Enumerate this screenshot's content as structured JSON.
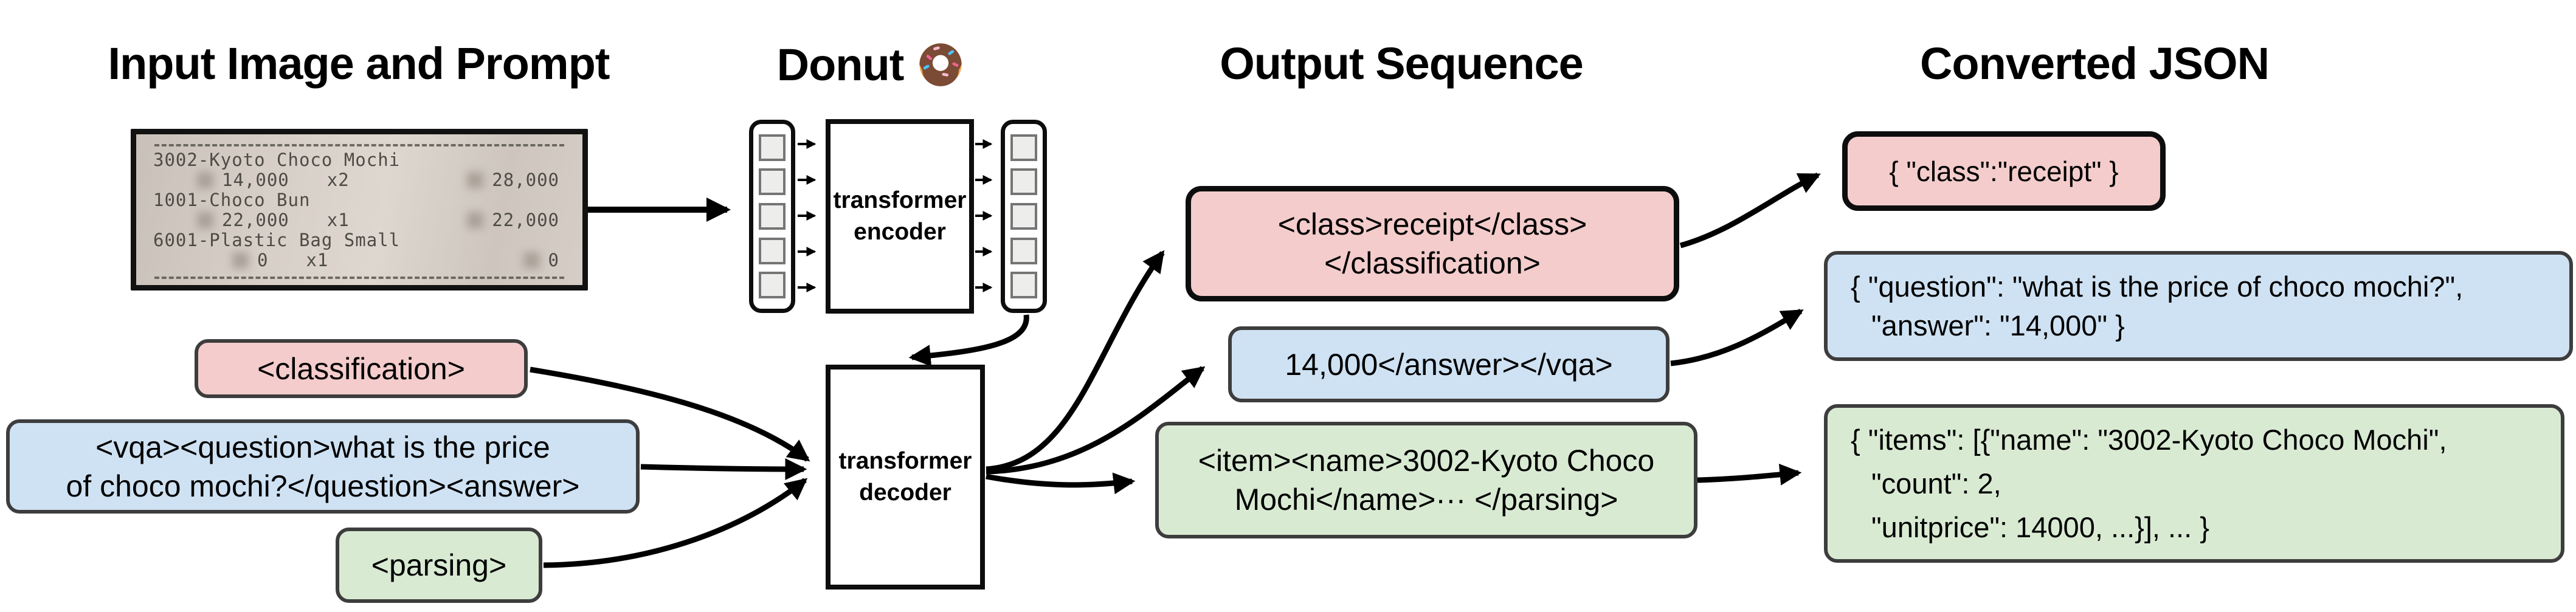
{
  "headers": {
    "input": "Input Image and Prompt",
    "model": "Donut",
    "output": "Output Sequence",
    "json": "Converted JSON"
  },
  "receipt": {
    "rows": [
      {
        "name": "3002-Kyoto Choco Mochi"
      },
      {
        "price": "14,000",
        "qty": "x2",
        "total": "28,000"
      },
      {
        "name": "1001-Choco Bun"
      },
      {
        "price": "22,000",
        "qty": "x1",
        "total": "22,000"
      },
      {
        "name": "6001-Plastic Bag Small"
      },
      {
        "price": "0",
        "qty": "x1",
        "total": "0"
      }
    ]
  },
  "model": {
    "encoder_line1": "transformer",
    "encoder_line2": "encoder",
    "decoder_line1": "transformer",
    "decoder_line2": "decoder"
  },
  "prompts": {
    "classification": "<classification>",
    "vqa_line1": "<vqa><question>what is the price",
    "vqa_line2": "of choco mochi?</question><answer>",
    "parsing": "<parsing>"
  },
  "outputs": {
    "classification_line1": "<class>receipt</class>",
    "classification_line2": "</classification>",
    "vqa": "14,000</answer></vqa>",
    "parsing_line1": "<item><name>3002-Kyoto Choco",
    "parsing_line2": "Mochi</name>··· </parsing>"
  },
  "json_outputs": {
    "classification": "{ \"class\":\"receipt\" }",
    "vqa_line1": "{ \"question\": \"what is the price of choco mochi?\",",
    "vqa_line2": "\"answer\": \"14,000\" }",
    "parsing_line1": "{ \"items\": [{\"name\": \"3002-Kyoto Choco Mochi\",",
    "parsing_line2": "\"count\": 2,",
    "parsing_line3": "\"unitprice\": 14000, ...}], ... }"
  },
  "colors": {
    "pink": "#f4cccc",
    "blue": "#cfe2f3",
    "green": "#d9ead3",
    "line": "#000000"
  }
}
